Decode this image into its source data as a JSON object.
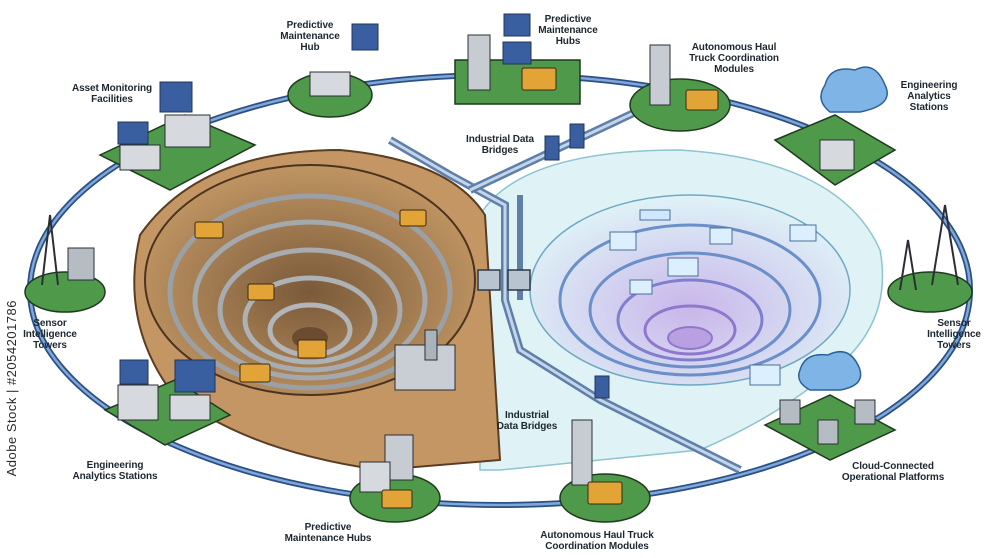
{
  "labels": {
    "predictive_hub_top": "Predictive\nMaintenance\nHub",
    "predictive_hubs_top": "Predictive\nMaintenance\nHubs",
    "autonomous_top": "Autonomous Haul\nTruck Coordination\nModules",
    "engineering_right": "Engineering\nAnalytics\nStations",
    "asset_monitoring": "Asset Monitoring\nFacilities",
    "data_bridges_top": "Industrial Data\nBridges",
    "sensor_left": "Sensor\nIntelligence\nTowers",
    "sensor_right": "Sensor\nIntelligence\nTowers",
    "data_bridges_bottom": "Industrial\nData Bridges",
    "cloud_connected": "Cloud-Connected\nOperational Platforms",
    "engineering_left": "Engineering\nAnalytics Stations",
    "predictive_hubs_bottom": "Predictive\nMaintenance Hubs",
    "autonomous_bottom": "Autonomous Haul Truck\nCoordination Modules"
  },
  "watermark": "Adobe Stock | #2054201786",
  "colors": {
    "ring": "#4a78b8",
    "node_green": "#4f9a4a",
    "dirt": "#b98a57",
    "digital": "#bfe7ee",
    "truck": "#e3a437"
  }
}
